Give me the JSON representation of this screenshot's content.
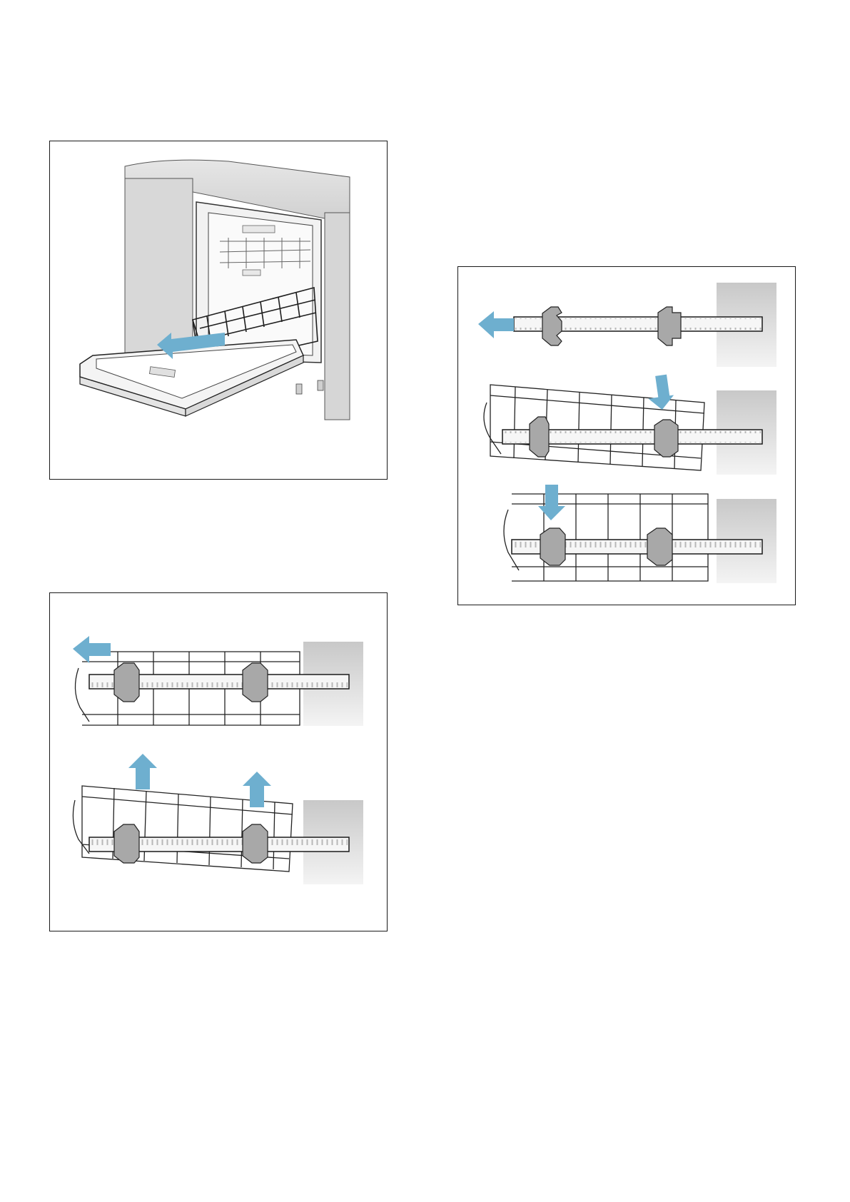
{
  "page": {
    "background": "#ffffff"
  },
  "colors": {
    "arrow": "#6eafcf",
    "frame": "#1a1a1a",
    "wall_gradient_top": "#c8c8c8",
    "wall_gradient_bottom": "#f4f4f4",
    "rail": "#ededed",
    "clip": "#a8a8a8"
  },
  "figures": [
    {
      "id": "fig1",
      "content": "dishwasher-open-door-basket-pullout-illustration",
      "icons": [
        "arrow-left-icon"
      ]
    },
    {
      "id": "fig2",
      "content": "basket-rail-insertion-three-steps-illustration",
      "icons": [
        "arrow-left-icon",
        "arrow-down-icon",
        "arrow-down-icon"
      ]
    },
    {
      "id": "fig3",
      "content": "basket-rail-removal-two-steps-illustration",
      "icons": [
        "arrow-left-icon",
        "arrow-up-icon",
        "arrow-up-icon"
      ]
    }
  ]
}
